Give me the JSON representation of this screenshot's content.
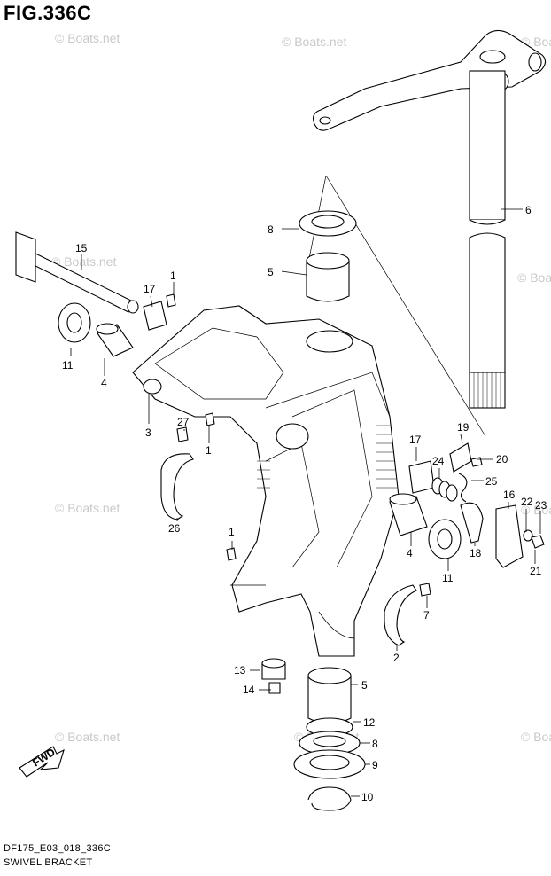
{
  "figure": {
    "title": "FIG.336C",
    "model_code": "DF175_E03_018_336C",
    "name": "SWIVEL BRACKET"
  },
  "watermark": "© Boats.net",
  "fwd_label": "FWD",
  "callouts": {
    "c1a": "1",
    "c1b": "1",
    "c1c": "1",
    "c2": "2",
    "c3": "3",
    "c4a": "4",
    "c4b": "4",
    "c5a": "5",
    "c5b": "5",
    "c6": "6",
    "c7": "7",
    "c8a": "8",
    "c8b": "8",
    "c9": "9",
    "c10": "10",
    "c11a": "11",
    "c11b": "11",
    "c12": "12",
    "c13": "13",
    "c14": "14",
    "c15": "15",
    "c16": "16",
    "c17a": "17",
    "c17b": "17",
    "c18": "18",
    "c19": "19",
    "c20": "20",
    "c21": "21",
    "c22": "22",
    "c23": "23",
    "c24": "24",
    "c25": "25",
    "c26": "26",
    "c27": "27"
  },
  "colors": {
    "line": "#000000",
    "watermark": "#c9c9c9",
    "background": "#ffffff"
  }
}
